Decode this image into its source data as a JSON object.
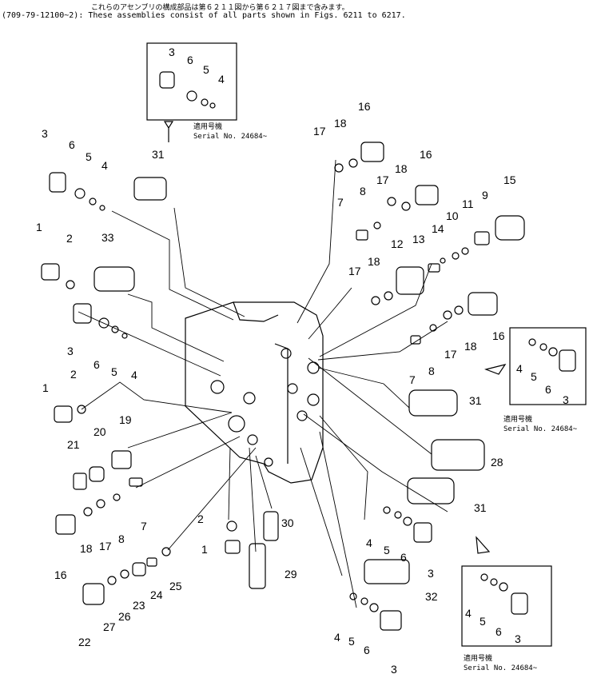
{
  "header": {
    "line1": "これらのアセンブリの構成部品は第６２１１図から第６２１７図まで含みます。",
    "line2": "(709-79-12100~2): These assemblies consist of all parts shown in Figs. 6211 to 6217."
  },
  "serial_boxes": [
    {
      "jp": "適用号機",
      "en": "Serial No. 24684~"
    },
    {
      "jp": "適用号機",
      "en": "Serial No. 24684~"
    },
    {
      "jp": "適用号機",
      "en": "Serial No. 24684~"
    }
  ],
  "callouts": {
    "c1": "3",
    "c2": "6",
    "c3": "5",
    "c4": "4",
    "c5": "31",
    "c6": "3",
    "c7": "6",
    "c8": "5",
    "c9": "4",
    "c10": "1",
    "c11": "2",
    "c12": "33",
    "c13": "3",
    "c14": "6",
    "c15": "5",
    "c16": "4",
    "c17": "1",
    "c18": "2",
    "c19": "21",
    "c20": "20",
    "c21": "19",
    "c22": "8",
    "c23": "7",
    "c24": "16",
    "c25": "18",
    "c26": "17",
    "c27": "22",
    "c28": "27",
    "c29": "26",
    "c30": "23",
    "c31": "24",
    "c32": "25",
    "c33": "2",
    "c34": "1",
    "c35": "30",
    "c36": "29",
    "c37": "16",
    "c38": "17",
    "c39": "18",
    "c40": "16",
    "c41": "17",
    "c42": "18",
    "c43": "15",
    "c44": "7",
    "c45": "8",
    "c46": "9",
    "c47": "11",
    "c48": "10",
    "c49": "14",
    "c50": "13",
    "c51": "12",
    "c52": "17",
    "c53": "18",
    "c54": "16",
    "c55": "18",
    "c56": "17",
    "c57": "8",
    "c58": "7",
    "c59": "4",
    "c60": "5",
    "c61": "6",
    "c62": "3",
    "c63": "31",
    "c64": "28",
    "c65": "31",
    "c66": "4",
    "c67": "5",
    "c68": "6",
    "c69": "3",
    "c70": "32",
    "c71": "4",
    "c72": "5",
    "c73": "6",
    "c74": "3",
    "c75": "4",
    "c76": "5",
    "c77": "6",
    "c78": "3"
  }
}
